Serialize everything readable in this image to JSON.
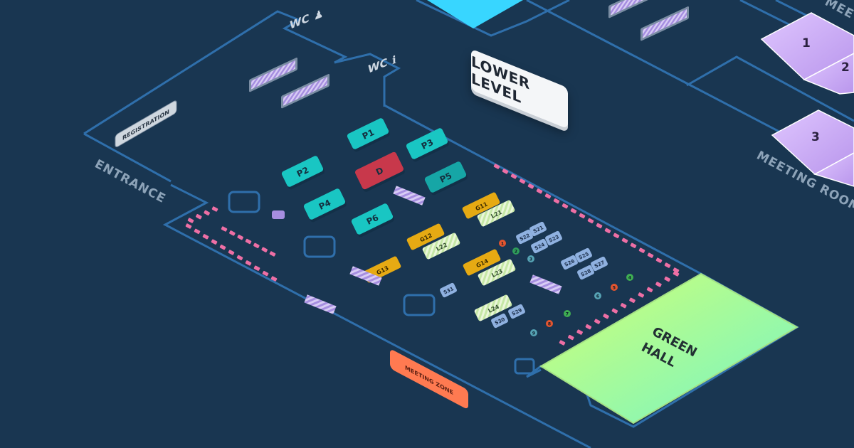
{
  "floor_label": "LOWER LEVEL",
  "labels": {
    "entrance": "ENTRANCE",
    "registration": "REGISTRATION",
    "wc_left": "WC",
    "wc_right": "WC",
    "meeting_zone": "MEETING ZONE",
    "green_hall": "GREEN",
    "green_hall_2": "HALL",
    "meeting_rooms": "MEETING ROOMS",
    "meeting_top": "MEETING"
  },
  "pods": [
    {
      "id": "P1",
      "color": "#19c6c3"
    },
    {
      "id": "P2",
      "color": "#19c6c3"
    },
    {
      "id": "P3",
      "color": "#19c6c3"
    },
    {
      "id": "P4",
      "color": "#19c6c3"
    },
    {
      "id": "P5",
      "color": "#16a6a6"
    },
    {
      "id": "P6",
      "color": "#19c6c3"
    },
    {
      "id": "D",
      "color": "#c8384b"
    }
  ],
  "gold_booths": [
    "G11",
    "G12",
    "G13",
    "G14"
  ],
  "striped_booths": [
    "L21",
    "L22",
    "L23",
    "L24"
  ],
  "small_booths": [
    "S21",
    "S22",
    "S23",
    "S24",
    "S25",
    "S26",
    "S27",
    "S28",
    "S29",
    "S30",
    "S31"
  ],
  "numbered_markers": [
    "1",
    "2",
    "3",
    "4",
    "5",
    "6",
    "7",
    "8",
    "9"
  ],
  "meeting_room_numbers": [
    "1",
    "2",
    "3"
  ],
  "colors": {
    "background": "#193651",
    "wall": "#2f6fab",
    "pink_dots": "#ee6fa5",
    "orange": "#ff7a51",
    "green_hall_from": "#c6ff7a",
    "green_hall_to": "#7dffc7",
    "purple": "#c9a6f2",
    "cyan": "#36d6ff"
  },
  "icons": [
    "person-icon",
    "info-icon",
    "apple-icon",
    "escalator-icon"
  ]
}
